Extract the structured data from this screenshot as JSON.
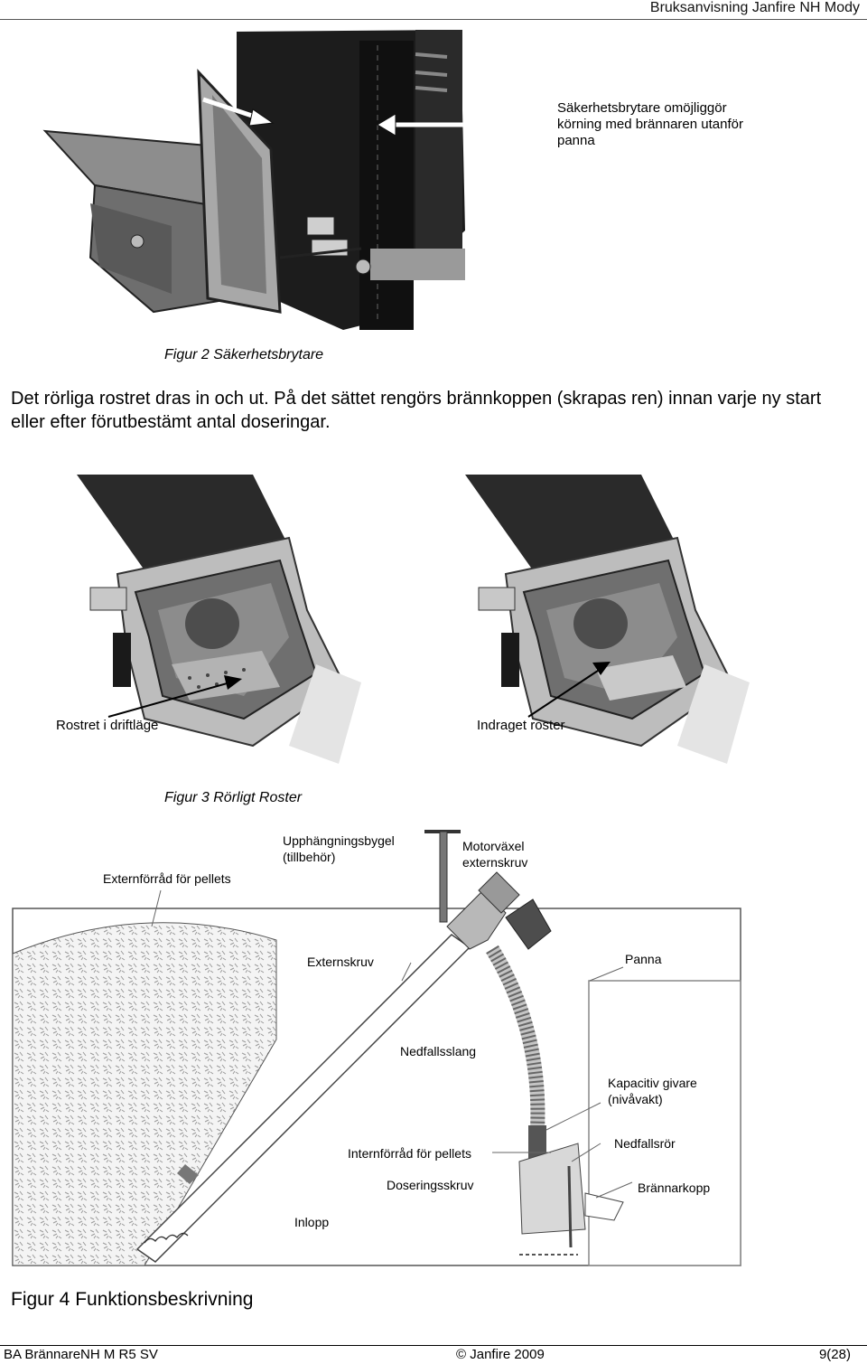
{
  "header": {
    "title": "Bruksanvisning Janfire NH Mody"
  },
  "figure2": {
    "label": "Säkerhetsbrytare omöjliggör körning med brännaren utanför panna",
    "label_lines": [
      "Säkerhetsbrytare omöjliggör",
      "körning med brännaren utanför",
      "panna"
    ],
    "caption": "Figur 2 Säkerhetsbrytare"
  },
  "body_text": "Det rörliga rostret dras in och ut. På det sättet rengörs brännkoppen (skrapas ren) innan varje ny start eller efter förutbestämt antal doseringar.",
  "figure3": {
    "left_label": "Rostret i driftläge",
    "right_label": "Indraget roster",
    "caption": "Figur 3 Rörligt Roster"
  },
  "figure4": {
    "labels": {
      "external_storage": "Externförråd för pellets",
      "hanger": [
        "Upphängningsbygel",
        "(tillbehör)"
      ],
      "motor": [
        "Motorväxel",
        "externskruv"
      ],
      "external_screw": "Externskruv",
      "boiler": "Panna",
      "drop_hose": "Nedfallsslang",
      "capacitive_sensor": [
        "Kapacitiv givare",
        "(nivåvakt)"
      ],
      "internal_storage": "Internförråd för pellets",
      "drop_pipe": "Nedfallsrör",
      "dosing_screw": "Doseringsskruv",
      "burner_cup": "Brännarkopp",
      "inlet": "Inlopp"
    },
    "caption": "Figur 4 Funktionsbeskrivning"
  },
  "footer": {
    "left": "BA BrännareNH M R5 SV",
    "center": "Janfire 2009",
    "copyright_symbol": "©",
    "right": "9(28)"
  }
}
